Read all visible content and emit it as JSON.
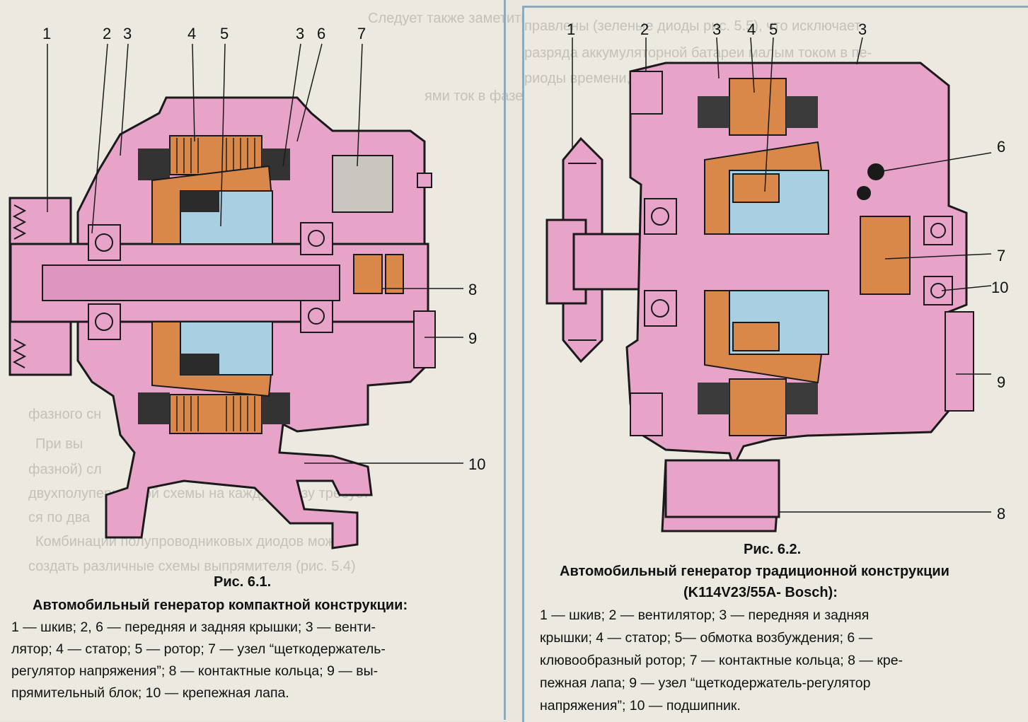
{
  "figure1": {
    "labels": [
      "1",
      "2",
      "3",
      "4",
      "5",
      "3",
      "6",
      "7",
      "8",
      "9",
      "10"
    ],
    "caption_number": "Рис. 6.1.",
    "caption_title": "Автомобильный генератор компактной конструкции:",
    "caption_lines": [
      "1 — шкив; 2, 6 — передняя и задняя крышки; 3 — венти-",
      "лятор; 4 — статор; 5 — ротор; 7 — узел “щеткодержатель-",
      "регулятор напряжения”; 8 — контактные кольца; 9 — вы-",
      "прямительный блок; 10 — крепежная лапа."
    ]
  },
  "figure2": {
    "labels": [
      "1",
      "2",
      "3",
      "4",
      "5",
      "3",
      "6",
      "7",
      "10",
      "9",
      "8"
    ],
    "caption_number": "Рис. 6.2.",
    "caption_title_1": "Автомобильный генератор традиционной конструкции",
    "caption_title_2": "(K114V23/55A- Bosch):",
    "caption_lines": [
      "1 — шкив; 2 — вентилятор; 3 — передняя и задняя",
      "крышки; 4 — статор; 5— обмотка возбуждения; 6 —",
      "клювообразный ротор; 7 — контактные кольца; 8 — кре-",
      "пежная лапа; 9 — узел “щеткодержатель-регулятор",
      "напряжения”; 10 — подшипник."
    ]
  },
  "colors": {
    "housing": "#e8a3c9",
    "housing_dark": "#c97fae",
    "winding": "#d9884a",
    "rotor_blue": "#a9cfe3",
    "outline": "#1a1a1a",
    "page": "#ece9e0",
    "border": "#8fa9b8"
  }
}
